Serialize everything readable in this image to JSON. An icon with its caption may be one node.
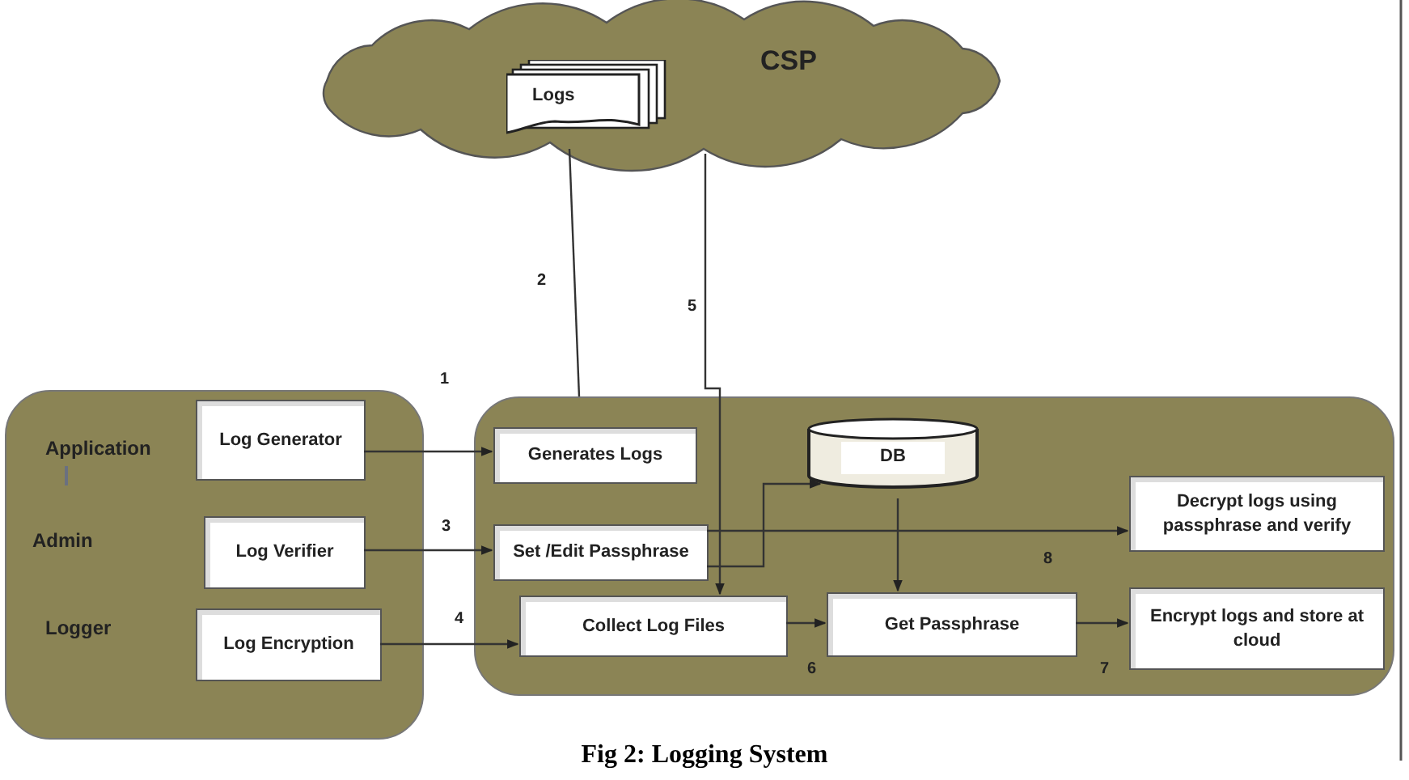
{
  "diagram": {
    "caption": "Fig 2: Logging System",
    "nodes": [
      {
        "text": [
          "CSP"
        ]
      },
      {
        "text": [
          "Logs"
        ],
        "in": 0
      },
      {
        "text": [],
        "shape": "box"
      },
      {
        "text": [
          "Log Generator"
        ],
        "in": 2
      },
      {
        "text": [
          "Log Verifier"
        ],
        "in": 2
      },
      {
        "text": [
          "Log Encryption"
        ],
        "in": 2
      },
      {
        "text": [],
        "shape": "box"
      },
      {
        "text": [
          "Generates Logs"
        ],
        "in": 6
      },
      {
        "text": [
          "Set /Edit Passphrase"
        ],
        "in": 6
      },
      {
        "text": [
          "Collect Log Files"
        ],
        "in": 6
      },
      {
        "text": [
          "DB"
        ],
        "in": 6
      },
      {
        "text": [
          "Get Passphrase"
        ],
        "in": 6
      },
      {
        "text": [
          "Decrypt logs using passphrase and verify"
        ],
        "in": 6
      },
      {
        "text": [
          "Encrypt logs and store at cloud"
        ],
        "in": 6
      }
    ],
    "edges": [
      {
        "from": 3,
        "to": 7,
        "arrow": "to",
        "label": "1"
      },
      {
        "from": 0,
        "to": 6,
        "arrow": "none",
        "label": "2"
      },
      {
        "from": 4,
        "to": 8,
        "arrow": "to",
        "label": "3"
      },
      {
        "from": 5,
        "to": 9,
        "arrow": "to",
        "label": "4"
      },
      {
        "from": 0,
        "to": 9,
        "arrow": "to",
        "label": "5"
      },
      {
        "from": 8,
        "to": 10,
        "arrow": "to"
      },
      {
        "from": 8,
        "to": 12,
        "arrow": "to",
        "label": "8"
      },
      {
        "from": 10,
        "to": 11,
        "arrow": "to"
      },
      {
        "from": 9,
        "to": 11,
        "arrow": "to",
        "label": "6"
      },
      {
        "from": 11,
        "to": 13,
        "arrow": "to",
        "label": "7"
      }
    ],
    "labels": [
      "Application",
      "Admin",
      "Logger"
    ]
  }
}
